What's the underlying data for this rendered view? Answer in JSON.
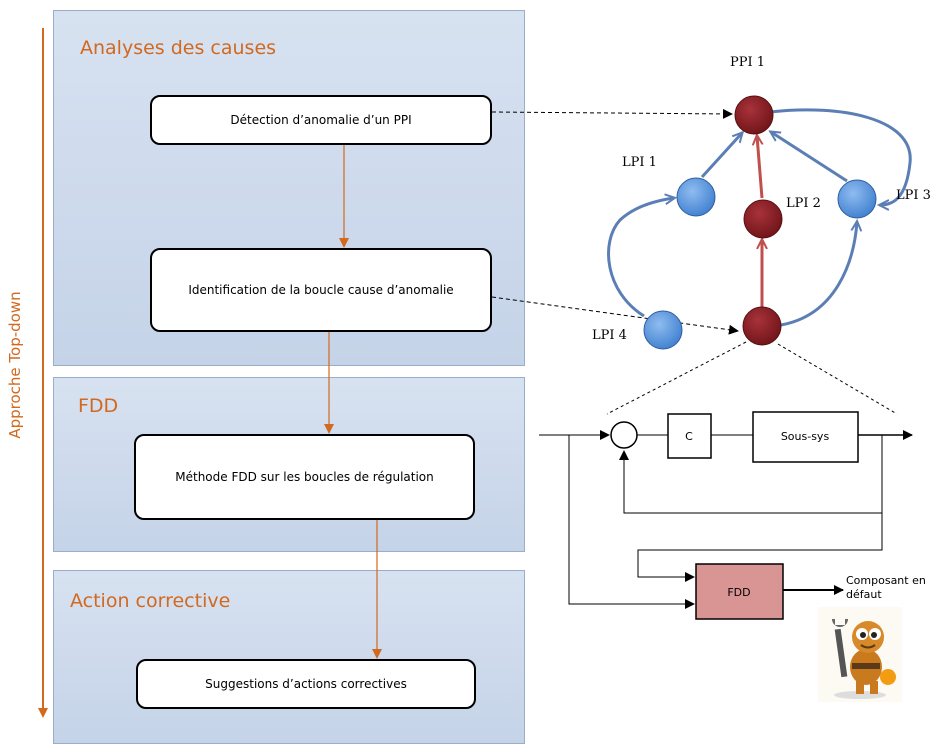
{
  "side_label": "Approche Top-down",
  "sections": {
    "causes": {
      "title": "Analyses des causes",
      "box1": "Détection d’anomalie d’un PPI",
      "box2": "Identification de la boucle cause d’anomalie"
    },
    "fdd": {
      "title": "FDD",
      "box": "Méthode FDD sur les boucles de régulation"
    },
    "corrective": {
      "title": "Action corrective",
      "box": "Suggestions d’actions correctives"
    }
  },
  "graph": {
    "nodes": {
      "ppi1": "PPI 1",
      "lpi1": "LPI 1",
      "lpi2": "LPI 2",
      "lpi3": "LPI 3",
      "lpi4": "LPI 4"
    },
    "colors": {
      "anomaly_node": "#8b1a1f",
      "normal_node": "#5b9bd5",
      "edge": "#5b7fb5",
      "anomaly_edge": "#c0504d"
    }
  },
  "loop": {
    "controller": "C",
    "subsystem": "Sous-sys",
    "fdd": "FDD",
    "output_label_line1": "Composant en",
    "output_label_line2": "défaut"
  },
  "icon": "repair-robot-icon",
  "accent_color": "#d2691e"
}
